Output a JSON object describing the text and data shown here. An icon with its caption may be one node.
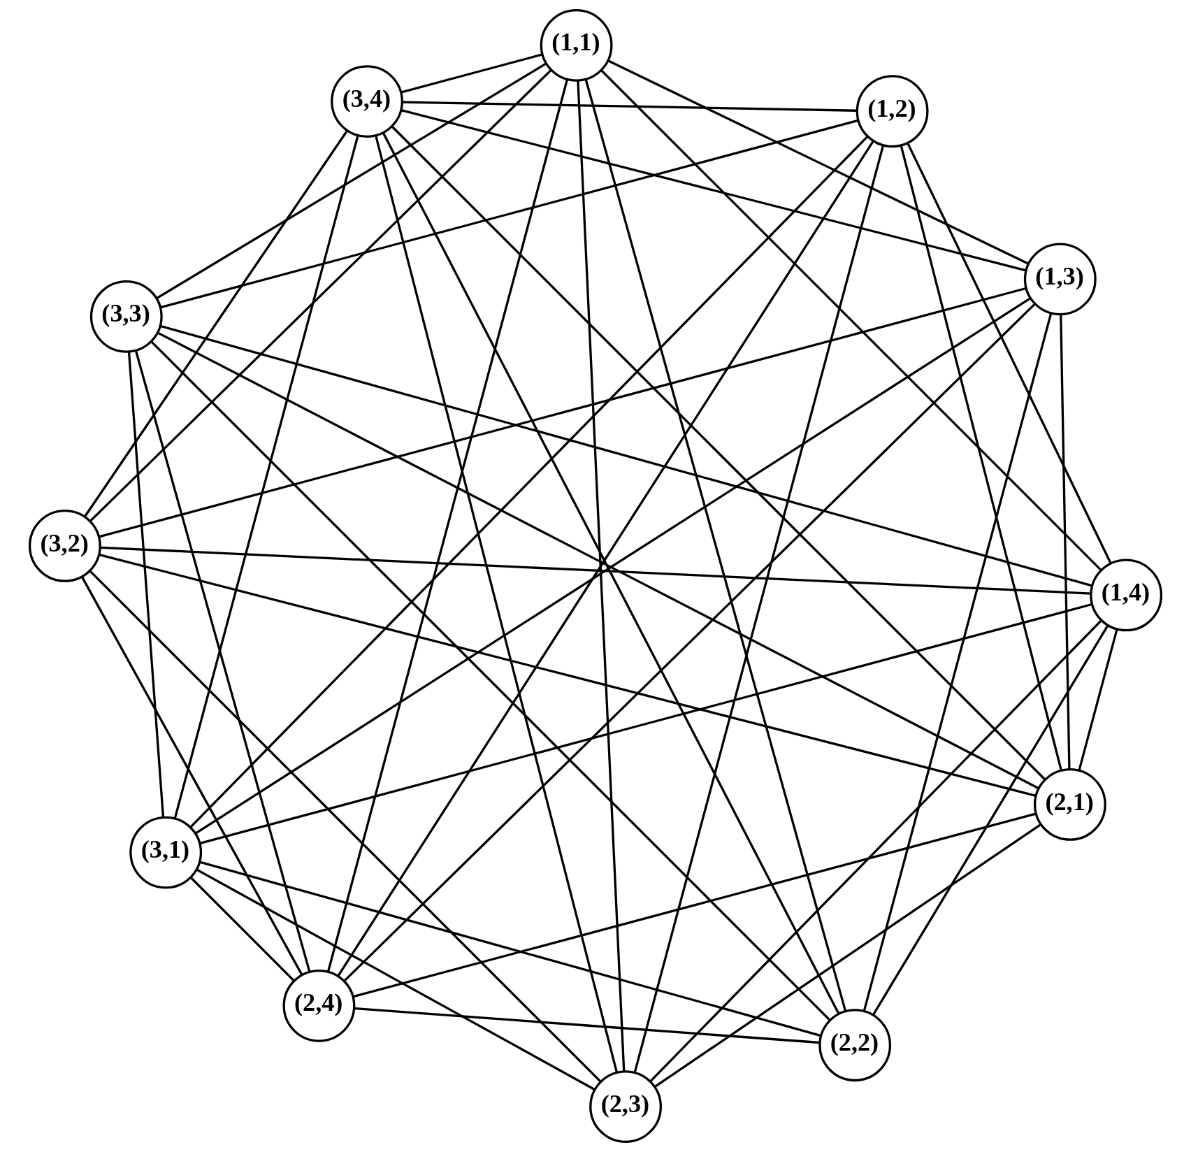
{
  "diagram": {
    "nodes": [
      {
        "text": [
          "(1,1)"
        ]
      },
      {
        "text": [
          "(1,2)"
        ]
      },
      {
        "text": [
          "(1,3)"
        ]
      },
      {
        "text": [
          "(1,4)"
        ]
      },
      {
        "text": [
          "(2,1)"
        ]
      },
      {
        "text": [
          "(2,2)"
        ]
      },
      {
        "text": [
          "(2,3)"
        ]
      },
      {
        "text": [
          "(2,4)"
        ]
      },
      {
        "text": [
          "(3,1)"
        ]
      },
      {
        "text": [
          "(3,2)"
        ]
      },
      {
        "text": [
          "(3,3)"
        ]
      },
      {
        "text": [
          "(3,4)"
        ]
      }
    ],
    "edges": [
      {
        "from": 0,
        "to": 2,
        "arrow": "none"
      },
      {
        "from": 0,
        "to": 3,
        "arrow": "none"
      },
      {
        "from": 0,
        "to": 5,
        "arrow": "none"
      },
      {
        "from": 0,
        "to": 6,
        "arrow": "none"
      },
      {
        "from": 0,
        "to": 7,
        "arrow": "none"
      },
      {
        "from": 0,
        "to": 9,
        "arrow": "none"
      },
      {
        "from": 0,
        "to": 10,
        "arrow": "none"
      },
      {
        "from": 0,
        "to": 11,
        "arrow": "none"
      },
      {
        "from": 1,
        "to": 3,
        "arrow": "none"
      },
      {
        "from": 1,
        "to": 4,
        "arrow": "none"
      },
      {
        "from": 1,
        "to": 6,
        "arrow": "none"
      },
      {
        "from": 1,
        "to": 7,
        "arrow": "none"
      },
      {
        "from": 1,
        "to": 8,
        "arrow": "none"
      },
      {
        "from": 1,
        "to": 10,
        "arrow": "none"
      },
      {
        "from": 1,
        "to": 11,
        "arrow": "none"
      },
      {
        "from": 2,
        "to": 4,
        "arrow": "none"
      },
      {
        "from": 2,
        "to": 5,
        "arrow": "none"
      },
      {
        "from": 2,
        "to": 7,
        "arrow": "none"
      },
      {
        "from": 2,
        "to": 8,
        "arrow": "none"
      },
      {
        "from": 2,
        "to": 9,
        "arrow": "none"
      },
      {
        "from": 2,
        "to": 11,
        "arrow": "none"
      },
      {
        "from": 3,
        "to": 4,
        "arrow": "none"
      },
      {
        "from": 3,
        "to": 5,
        "arrow": "none"
      },
      {
        "from": 3,
        "to": 6,
        "arrow": "none"
      },
      {
        "from": 3,
        "to": 8,
        "arrow": "none"
      },
      {
        "from": 3,
        "to": 9,
        "arrow": "none"
      },
      {
        "from": 3,
        "to": 10,
        "arrow": "none"
      },
      {
        "from": 4,
        "to": 6,
        "arrow": "none"
      },
      {
        "from": 4,
        "to": 7,
        "arrow": "none"
      },
      {
        "from": 4,
        "to": 9,
        "arrow": "none"
      },
      {
        "from": 4,
        "to": 10,
        "arrow": "none"
      },
      {
        "from": 4,
        "to": 11,
        "arrow": "none"
      },
      {
        "from": 5,
        "to": 7,
        "arrow": "none"
      },
      {
        "from": 5,
        "to": 8,
        "arrow": "none"
      },
      {
        "from": 5,
        "to": 10,
        "arrow": "none"
      },
      {
        "from": 5,
        "to": 11,
        "arrow": "none"
      },
      {
        "from": 6,
        "to": 8,
        "arrow": "none"
      },
      {
        "from": 6,
        "to": 9,
        "arrow": "none"
      },
      {
        "from": 6,
        "to": 11,
        "arrow": "none"
      },
      {
        "from": 7,
        "to": 8,
        "arrow": "none"
      },
      {
        "from": 7,
        "to": 9,
        "arrow": "none"
      },
      {
        "from": 7,
        "to": 10,
        "arrow": "none"
      },
      {
        "from": 8,
        "to": 10,
        "arrow": "none"
      },
      {
        "from": 8,
        "to": 11,
        "arrow": "none"
      },
      {
        "from": 9,
        "to": 11,
        "arrow": "none"
      }
    ]
  }
}
